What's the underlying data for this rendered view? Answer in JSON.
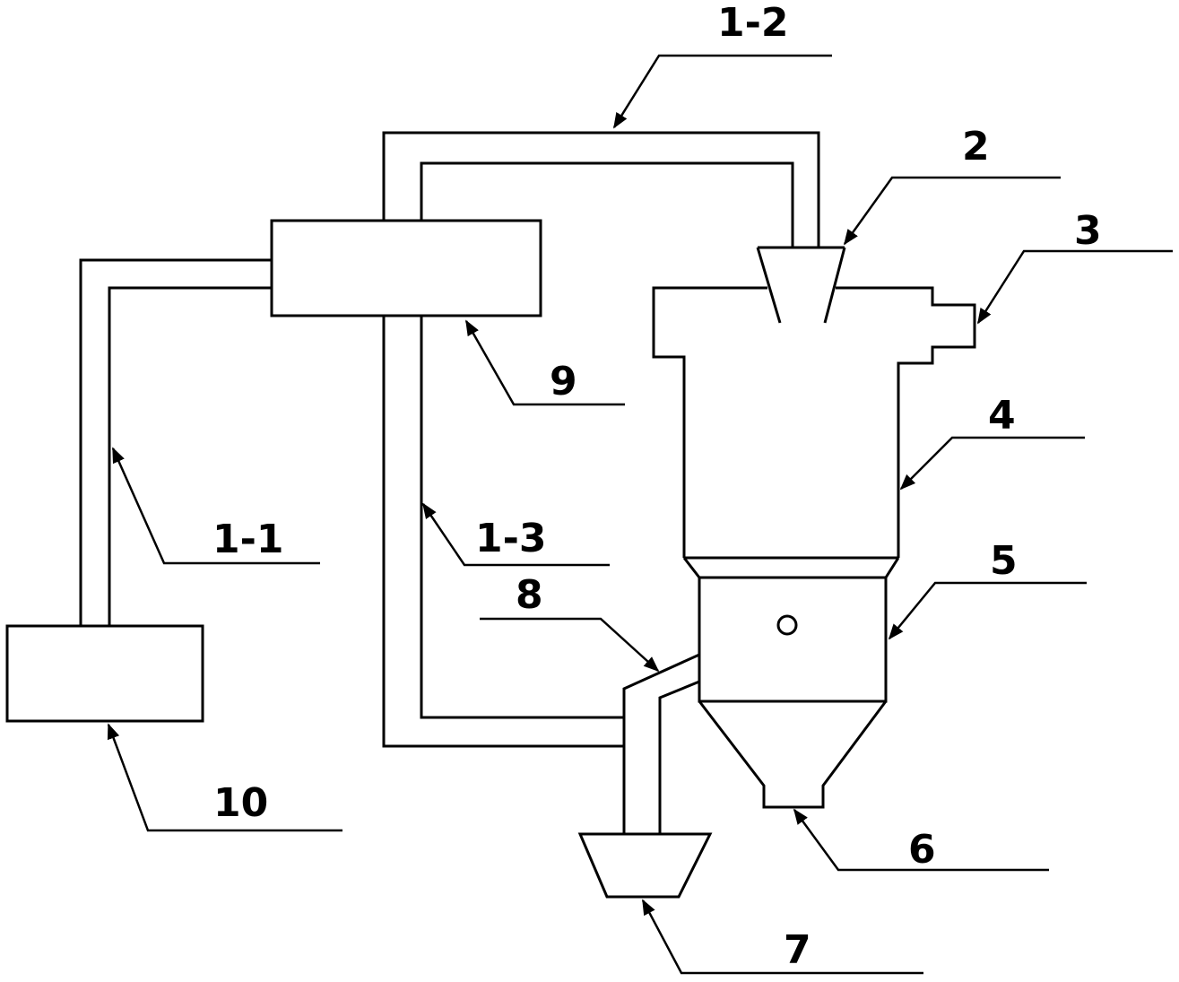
{
  "labels": {
    "pipe_1_1": "1-1",
    "pipe_1_2": "1-2",
    "pipe_1_3": "1-3",
    "feed_hopper": "2",
    "outlet": "3",
    "upper_body": "4",
    "middle_section": "5",
    "bottom_outlet": "6",
    "collector": "7",
    "branch_pipe": "8",
    "upper_box": "9",
    "lower_box": "10"
  },
  "colors": {
    "line": "#000000",
    "background": "#ffffff"
  }
}
